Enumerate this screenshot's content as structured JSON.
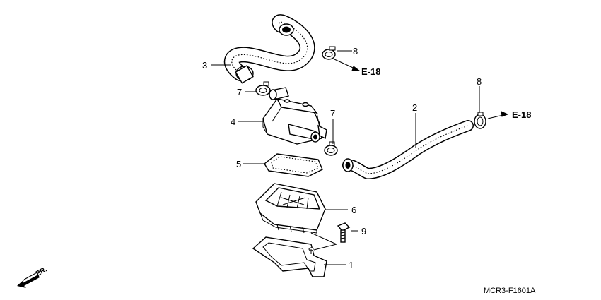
{
  "callouts": {
    "c1": "1",
    "c2": "2",
    "c3": "3",
    "c4": "4",
    "c5": "5",
    "c6": "6",
    "c7a": "7",
    "c7b": "7",
    "c8a": "8",
    "c8b": "8",
    "c9": "9"
  },
  "references": {
    "ref_a": "E-18",
    "ref_b": "E-18"
  },
  "direction": "FR.",
  "drawing_code": "MCR3-F1601A"
}
